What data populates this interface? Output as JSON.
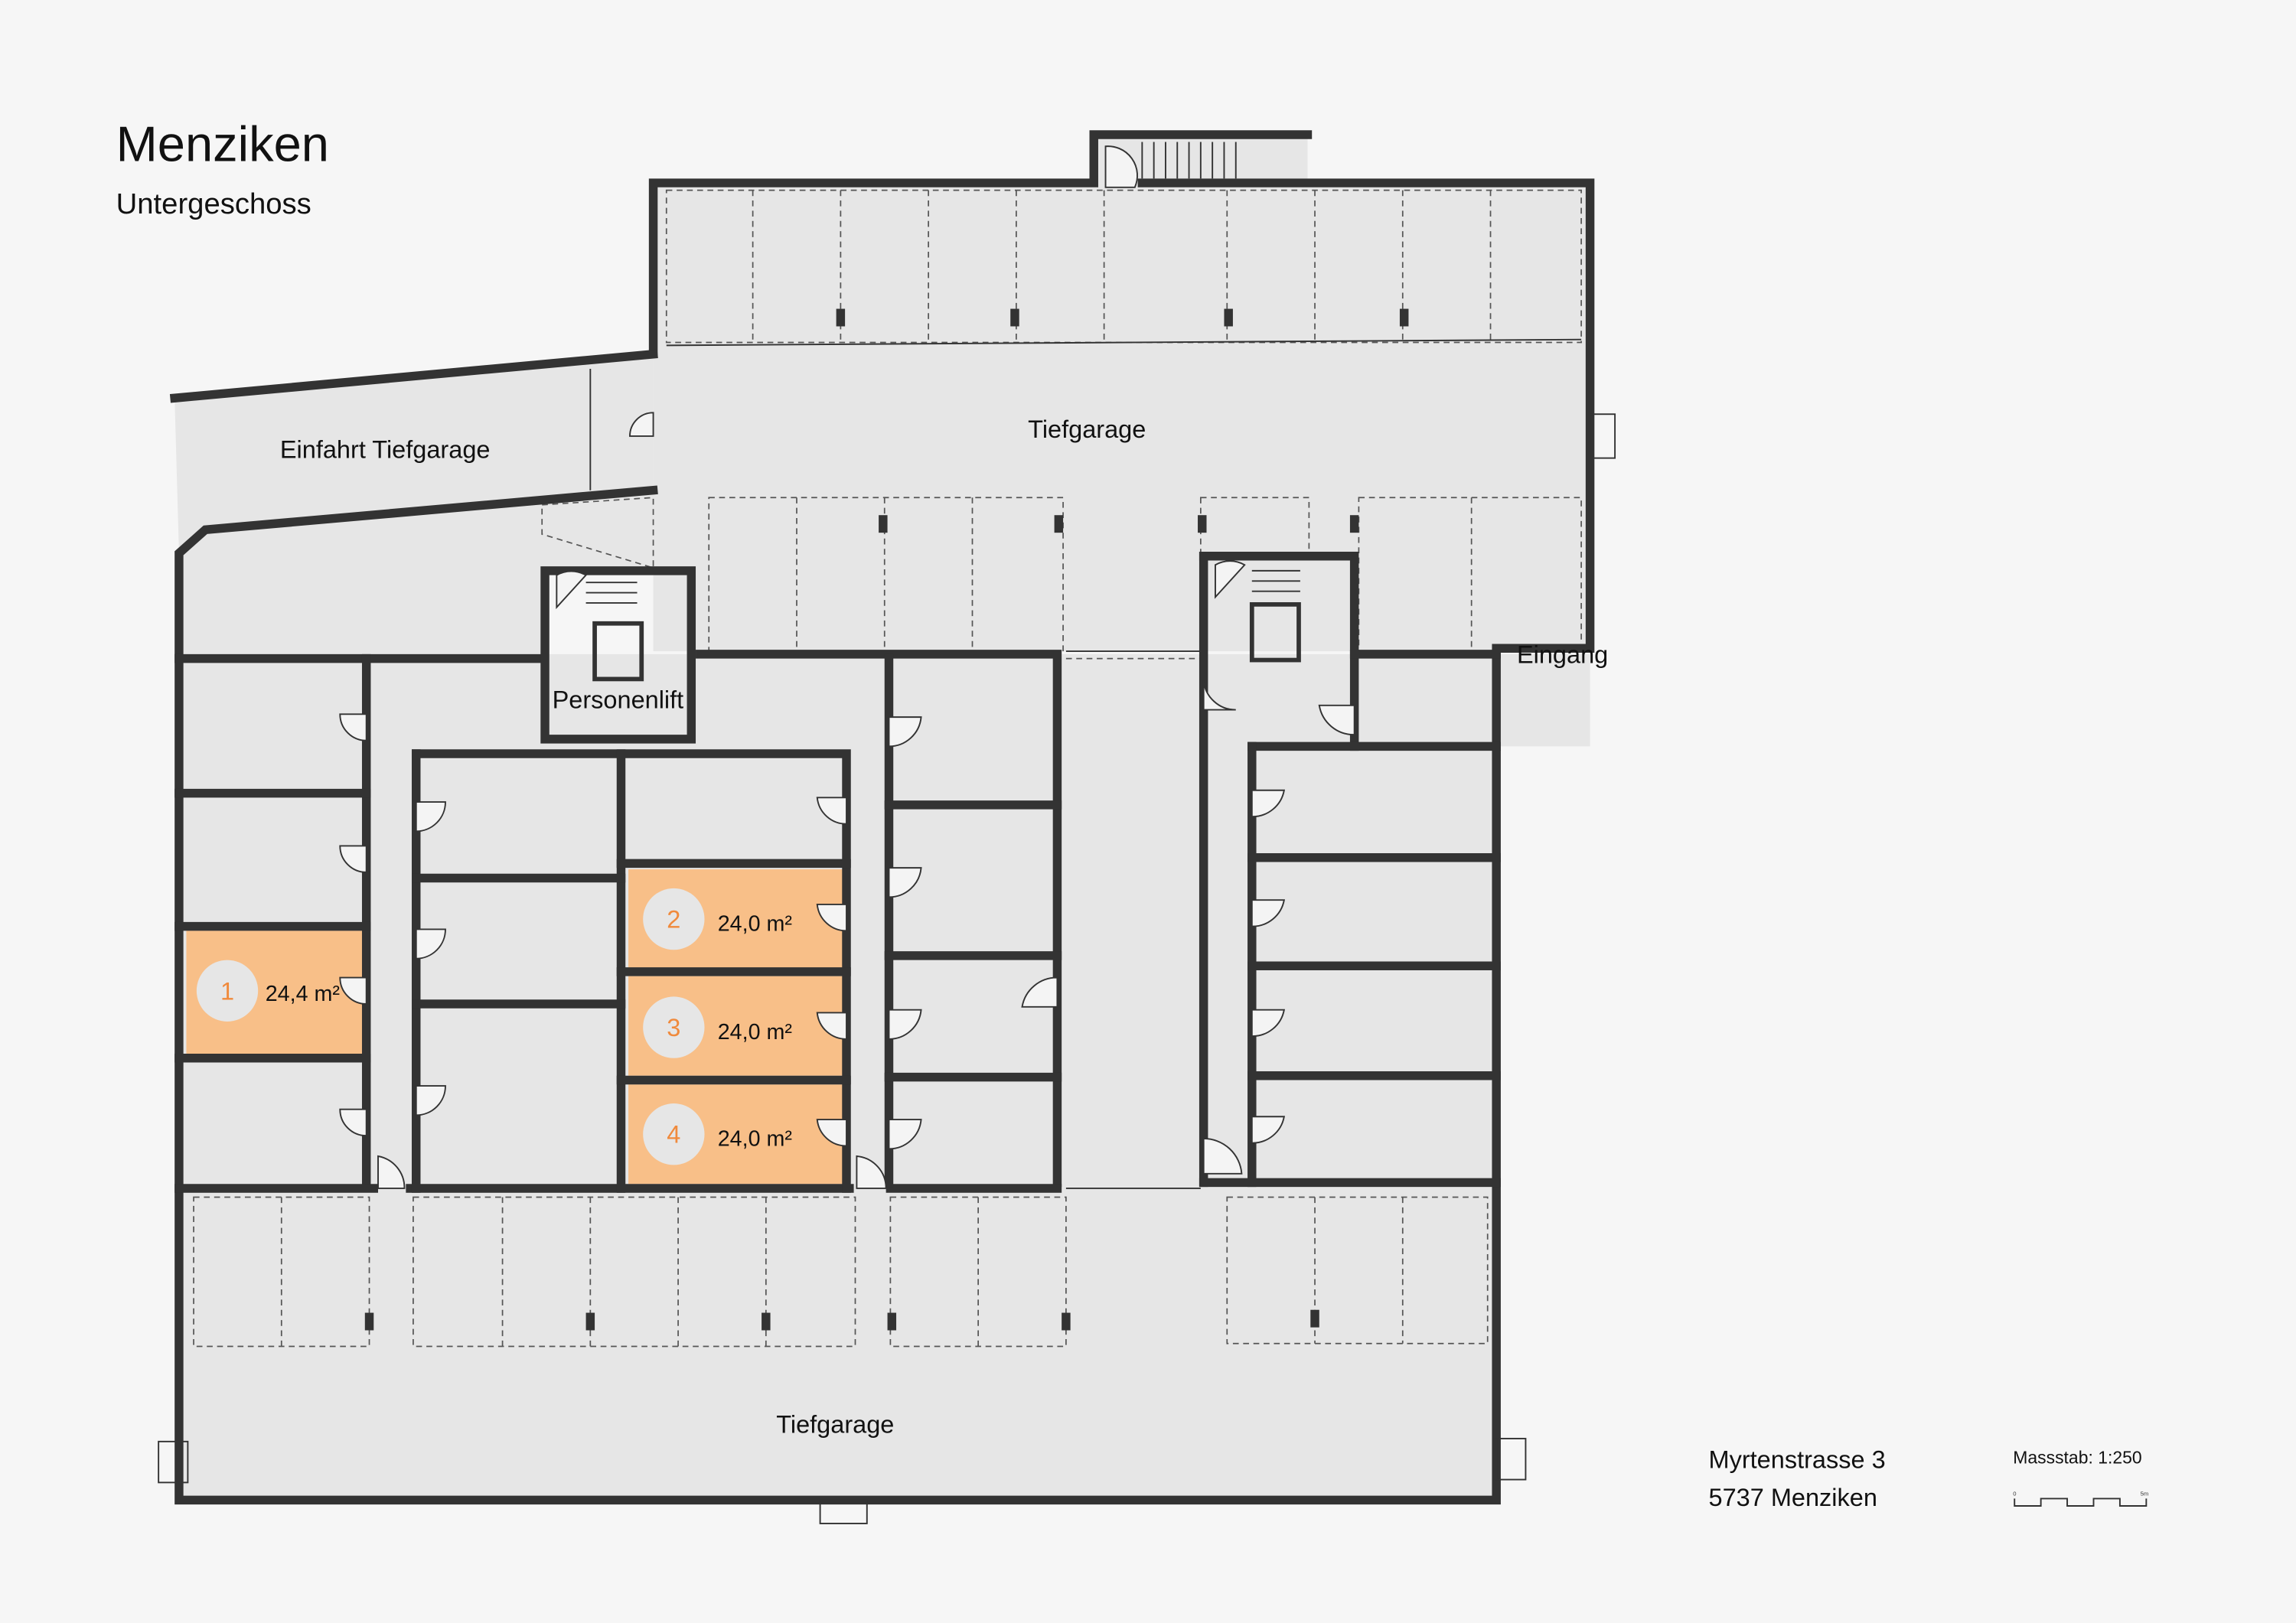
{
  "header": {
    "title": "Menziken",
    "subtitle": "Untergeschoss"
  },
  "labels": {
    "ramp": "Einfahrt Tiefgarage",
    "garage_top": "Tiefgarage",
    "garage_bottom": "Tiefgarage",
    "lift": "Personenlift",
    "entrance": "Eingang"
  },
  "units": [
    {
      "number": "1",
      "area": "24,4 m²"
    },
    {
      "number": "2",
      "area": "24,0 m²"
    },
    {
      "number": "3",
      "area": "24,0 m²"
    },
    {
      "number": "4",
      "area": "24,0 m²"
    }
  ],
  "footer": {
    "street": "Myrtenstrasse 3",
    "city": "5737 Menziken",
    "scale_label": "Massstab: 1:250",
    "scale_start": "0",
    "scale_end": "5m"
  },
  "colors": {
    "highlight": "#f8bf88",
    "number": "#f08a3c",
    "wall": "#333333",
    "room": "#e6e6e6"
  }
}
